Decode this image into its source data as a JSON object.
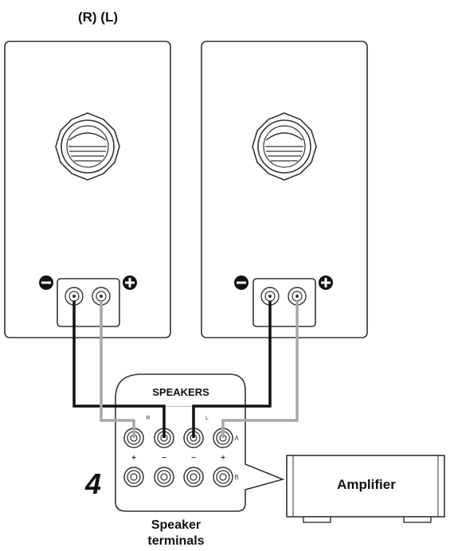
{
  "header": {
    "channel_labels": "(R) (L)"
  },
  "speakers": {
    "right": {
      "minus_symbol": "−",
      "plus_symbol": "+"
    },
    "left": {
      "minus_symbol": "−",
      "plus_symbol": "+"
    }
  },
  "panel": {
    "title": "SPEAKERS",
    "channel_r": "R",
    "channel_l": "L",
    "row_a": "A",
    "row_b": "B",
    "polarity": [
      "+",
      "−",
      "−",
      "+"
    ]
  },
  "step_number": "4",
  "caption": {
    "line1": "Speaker",
    "line2": "terminals"
  },
  "amplifier": {
    "label": "Amplifier"
  },
  "colors": {
    "wire_negative": "#111111",
    "wire_positive": "#a8a8a8",
    "outline": "#333333"
  }
}
